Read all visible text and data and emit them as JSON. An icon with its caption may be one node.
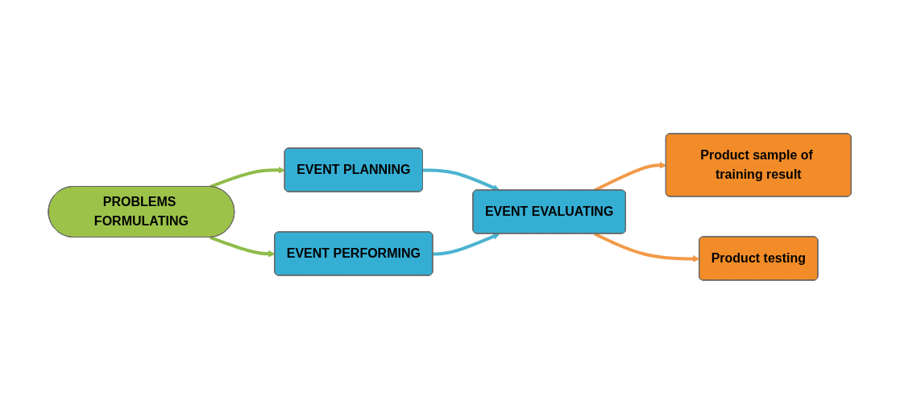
{
  "diagram": {
    "nodes": [
      {
        "text": [
          "PROBLEMS FORMULATING"
        ]
      },
      {
        "text": [
          "EVENT PLANNING"
        ]
      },
      {
        "text": [
          "EVENT PERFORMING"
        ]
      },
      {
        "text": [
          "EVENT EVALUATING"
        ]
      },
      {
        "text": [
          "Product sample of training result"
        ]
      },
      {
        "text": [
          "Product testing"
        ]
      }
    ],
    "edges": [
      {
        "from": 0,
        "to": 1,
        "arrow": "to",
        "color": "#8fbc4a"
      },
      {
        "from": 0,
        "to": 2,
        "arrow": "to",
        "color": "#8fbc4a"
      },
      {
        "from": 1,
        "to": 3,
        "arrow": "to",
        "color": "#4cb3d0"
      },
      {
        "from": 2,
        "to": 3,
        "arrow": "to",
        "color": "#4cb3d0"
      },
      {
        "from": 3,
        "to": 4,
        "arrow": "to",
        "color": "#f29a48"
      },
      {
        "from": 3,
        "to": 5,
        "arrow": "to",
        "color": "#f29a48"
      }
    ]
  }
}
